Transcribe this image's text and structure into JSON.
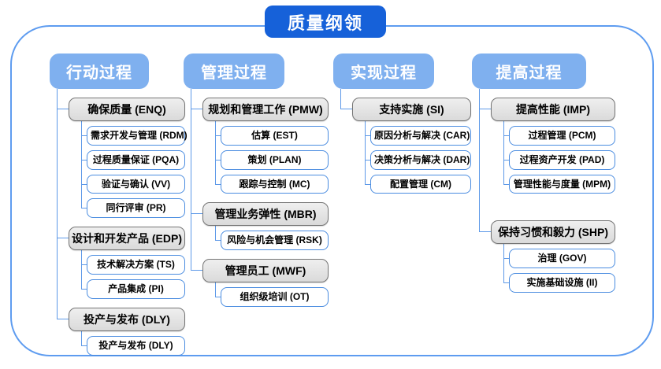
{
  "title": "质量纲领",
  "columns": [
    {
      "header": "行动过程",
      "groups": [
        {
          "label": "确保质量 (ENQ)",
          "children": [
            "需求开发与管理 (RDM)",
            "过程质量保证 (PQA)",
            "验证与确认 (VV)",
            "同行评审 (PR)"
          ]
        },
        {
          "label": "设计和开发产品 (EDP)",
          "children": [
            "技术解决方案 (TS)",
            "产品集成 (PI)"
          ]
        },
        {
          "label": "投产与发布 (DLY)",
          "children": [
            "投产与发布 (DLY)"
          ]
        }
      ]
    },
    {
      "header": "管理过程",
      "groups": [
        {
          "label": "规划和管理工作 (PMW)",
          "children": [
            "估算 (EST)",
            "策划 (PLAN)",
            "跟踪与控制 (MC)"
          ]
        },
        {
          "label": "管理业务弹性 (MBR)",
          "children": [
            "风险与机会管理 (RSK)"
          ]
        },
        {
          "label": "管理员工 (MWF)",
          "children": [
            "组织级培训 (OT)"
          ]
        }
      ]
    },
    {
      "header": "实现过程",
      "groups": [
        {
          "label": "支持实施 (SI)",
          "children": [
            "原因分析与解决 (CAR)",
            "决策分析与解决 (DAR)",
            "配置管理 (CM)"
          ]
        }
      ]
    },
    {
      "header": "提高过程",
      "groups": [
        {
          "label": "提高性能 (IMP)",
          "children": [
            "过程管理 (PCM)",
            "过程资产开发 (PAD)",
            "管理性能与度量 (MPM)"
          ]
        },
        {
          "label": "保持习惯和毅力 (SHP)",
          "children": [
            "治理 (GOV)",
            "实施基础设施 (II)"
          ]
        }
      ]
    }
  ],
  "colors": {
    "title_bg": "#1661d9",
    "header_bg": "#7fb0ef",
    "node_border_blue": "#4a8ce0",
    "line_blue": "#5d99e8",
    "frame_blue": "#5e9cf0",
    "gray_node_bg": "#e4e4e4",
    "gray_node_border": "#757575"
  }
}
